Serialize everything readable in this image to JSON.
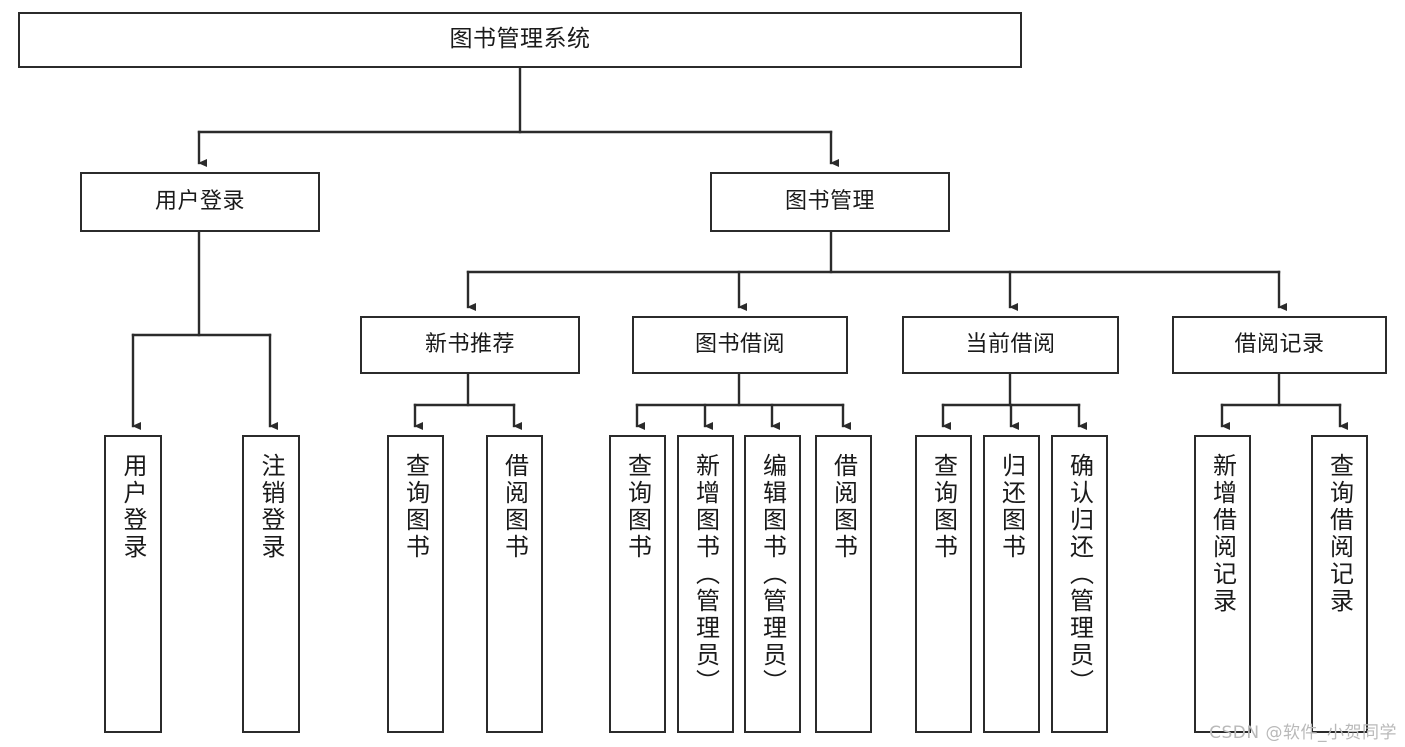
{
  "diagram": {
    "type": "tree-hierarchy",
    "title": "图书管理系统",
    "orientation": "top-down",
    "colors": {
      "box_border": "#2b2b2b",
      "box_fill": "#ffffff",
      "connector": "#2b2b2b",
      "text": "#1a1a1a",
      "watermark": "#b9b9b9",
      "canvas": "#ffffff"
    }
  },
  "root": {
    "label": "图书管理系统"
  },
  "level2": [
    {
      "id": "user-login",
      "label": "用户登录"
    },
    {
      "id": "book-management",
      "label": "图书管理"
    }
  ],
  "level3": [
    {
      "id": "new-book-recommend",
      "label": "新书推荐"
    },
    {
      "id": "book-borrow",
      "label": "图书借阅"
    },
    {
      "id": "current-borrow",
      "label": "当前借阅"
    },
    {
      "id": "borrow-record",
      "label": "借阅记录"
    }
  ],
  "leaves": {
    "user_login": [
      {
        "id": "leaf-user-login",
        "label": "用户登录"
      },
      {
        "id": "leaf-logout-login",
        "label": "注销登录"
      }
    ],
    "new_book_recommend": [
      {
        "id": "leaf-query-book-1",
        "label": "查询图书"
      },
      {
        "id": "leaf-borrow-book-1",
        "label": "借阅图书"
      }
    ],
    "book_borrow": [
      {
        "id": "leaf-query-book-2",
        "label": "查询图书"
      },
      {
        "id": "leaf-add-book",
        "label": "新增图书（管理员）"
      },
      {
        "id": "leaf-edit-book",
        "label": "编辑图书（管理员）"
      },
      {
        "id": "leaf-borrow-book-2",
        "label": "借阅图书"
      }
    ],
    "current_borrow": [
      {
        "id": "leaf-query-book-3",
        "label": "查询图书"
      },
      {
        "id": "leaf-return-book",
        "label": "归还图书"
      },
      {
        "id": "leaf-confirm-return",
        "label": "确认归还（管理员）"
      }
    ],
    "borrow_record": [
      {
        "id": "leaf-add-borrow-record",
        "label": "新增借阅记录"
      },
      {
        "id": "leaf-query-borrow-record",
        "label": "查询借阅记录"
      }
    ]
  },
  "watermark": {
    "text": "CSDN @软件_小贺同学"
  }
}
